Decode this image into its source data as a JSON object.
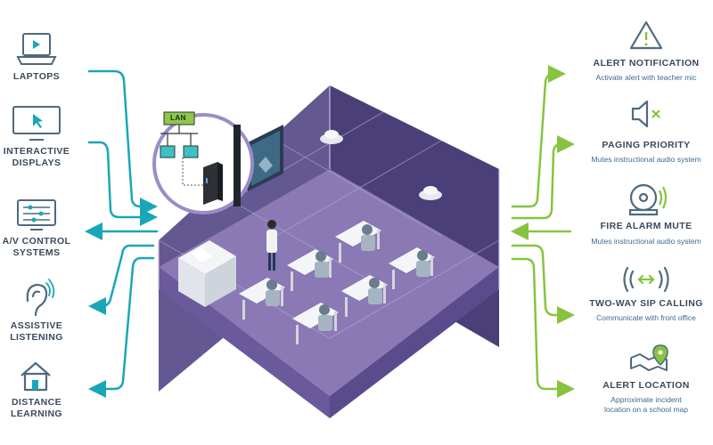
{
  "colors": {
    "left_arrow": "#1aa6b7",
    "right_arrow": "#86c440",
    "icon": "#4e6a7f",
    "room_floor": "#7c6aa6",
    "room_back_wall": "#4a3f78",
    "room_side_wall": "#5e4f93",
    "label": "#3b4a5c",
    "description": "#3d6a8f",
    "lan_box": "#8fc64c"
  },
  "lan_label": "LAN",
  "left_items": [
    {
      "label": "LAPTOPS",
      "icon": "laptop-icon"
    },
    {
      "label": "INTERACTIVE\nDISPLAYS",
      "icon": "interactive-display-icon"
    },
    {
      "label": "A/V CONTROL\nSYSTEMS",
      "icon": "av-control-icon"
    },
    {
      "label": "ASSISTIVE\nLISTENING",
      "icon": "assistive-listening-icon"
    },
    {
      "label": "DISTANCE\nLEARNING",
      "icon": "distance-learning-icon"
    }
  ],
  "right_items": [
    {
      "title": "ALERT NOTIFICATION",
      "description": "Activate alert with teacher mic",
      "icon": "alert-triangle-icon"
    },
    {
      "title": "PAGING PRIORITY",
      "description": "Mutes instructional audio system",
      "icon": "speaker-mute-icon"
    },
    {
      "title": "FIRE ALARM MUTE",
      "description": "Mutes instructional audio system",
      "icon": "fire-alarm-bell-icon"
    },
    {
      "title": "TWO-WAY SIP CALLING",
      "description": "Communicate with front office",
      "icon": "two-way-signal-icon"
    },
    {
      "title": "ALERT LOCATION",
      "description": "Approximate incident\nlocation on a school map",
      "icon": "map-pin-icon"
    }
  ]
}
